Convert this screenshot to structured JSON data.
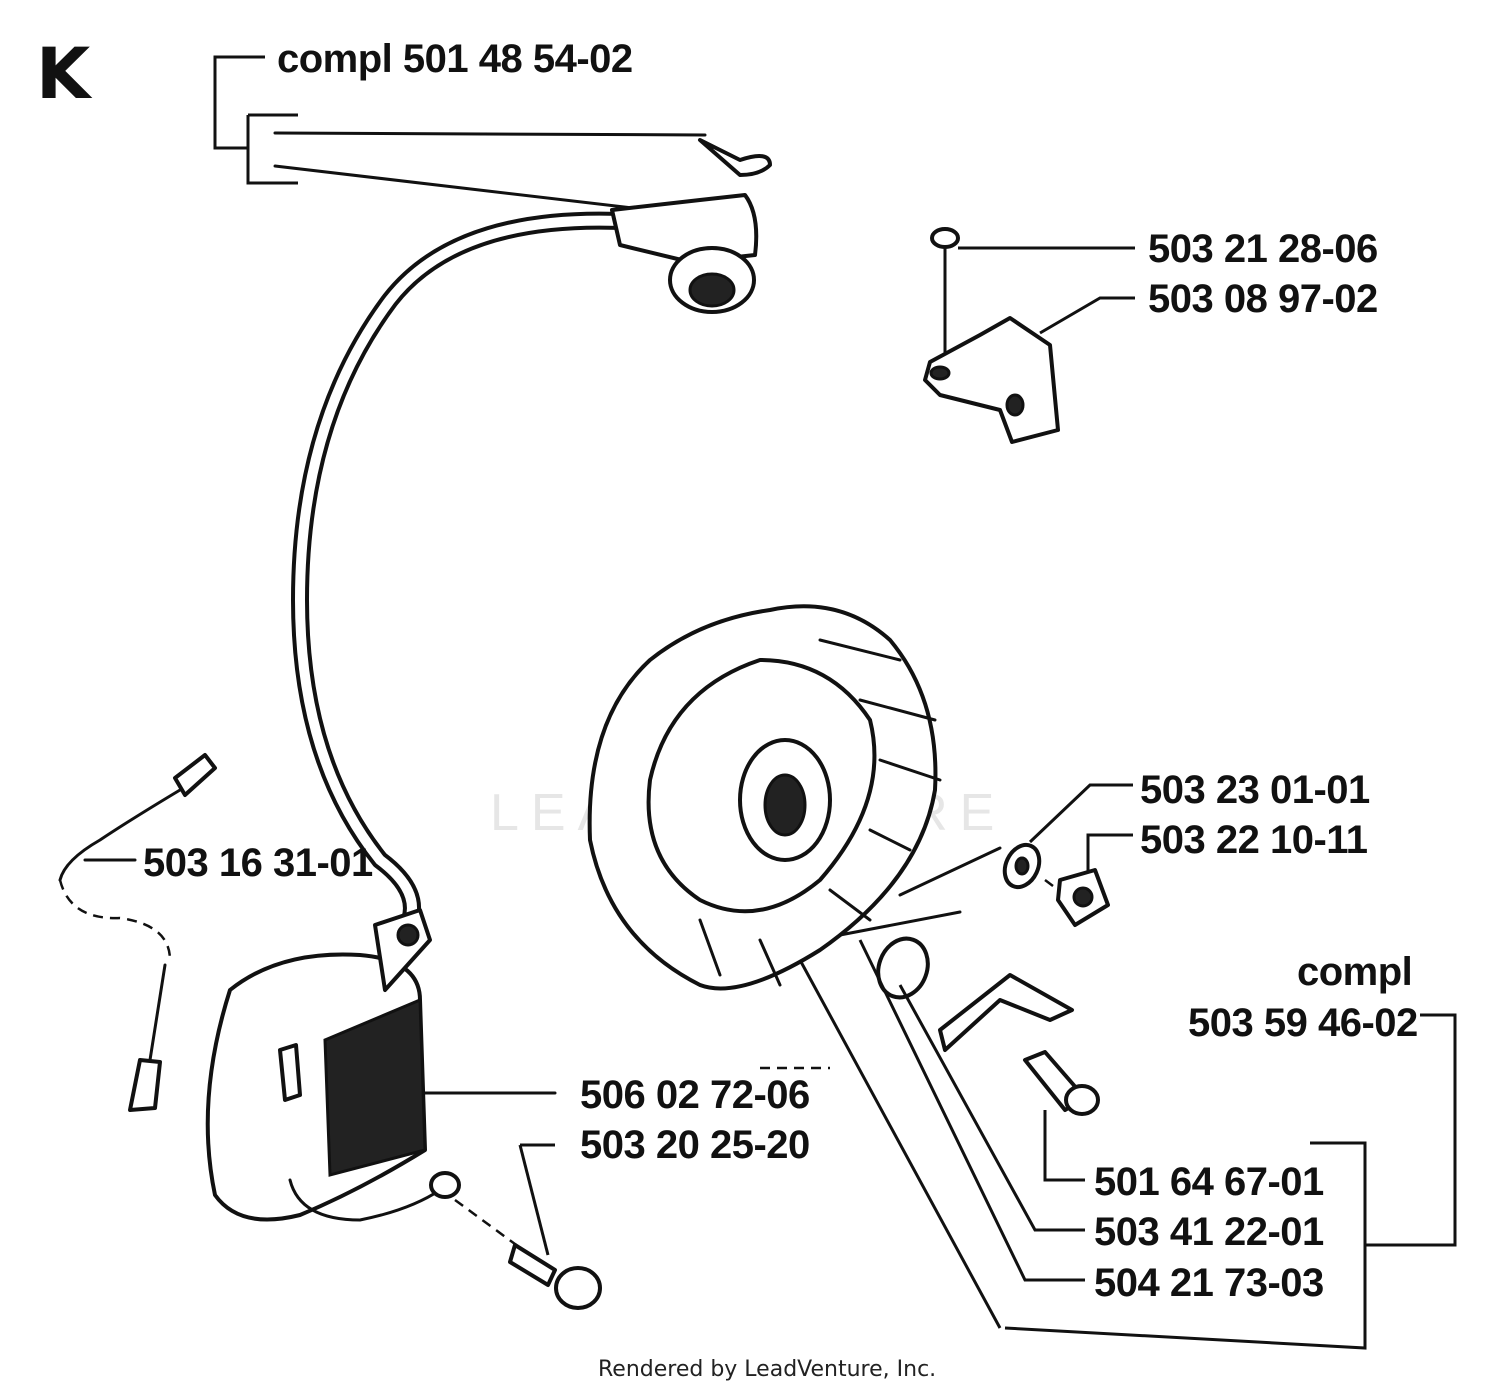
{
  "section_letter": "K",
  "watermark": "LEADVENTURE",
  "footer": "Rendered by LeadVenture, Inc.",
  "labels": {
    "ignition_lead_compl": "compl 501 48 54-02",
    "screw_top": "503 21 28-06",
    "bracket": "503 08 97-02",
    "washer": "503 23 01-01",
    "nut": "503 22 10-11",
    "short_circuit_cable": "503 16 31-01",
    "ignition_module": "506 02 72-06",
    "module_screw": "503 20 25-20",
    "flywheel_compl_word": "compl",
    "flywheel_compl_number": "503 59 46-02",
    "pawl_screw": "501 64 67-01",
    "spring": "503 41 22-01",
    "pawl": "504 21 73-03"
  }
}
